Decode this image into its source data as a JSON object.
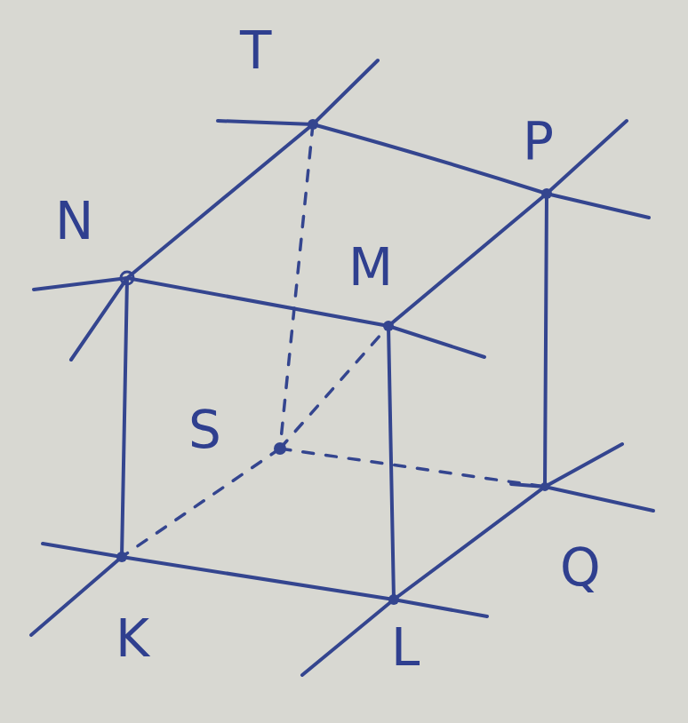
{
  "diagram": {
    "labels": [
      "T",
      "P",
      "N",
      "M",
      "S",
      "K",
      "L",
      "Q"
    ]
  }
}
